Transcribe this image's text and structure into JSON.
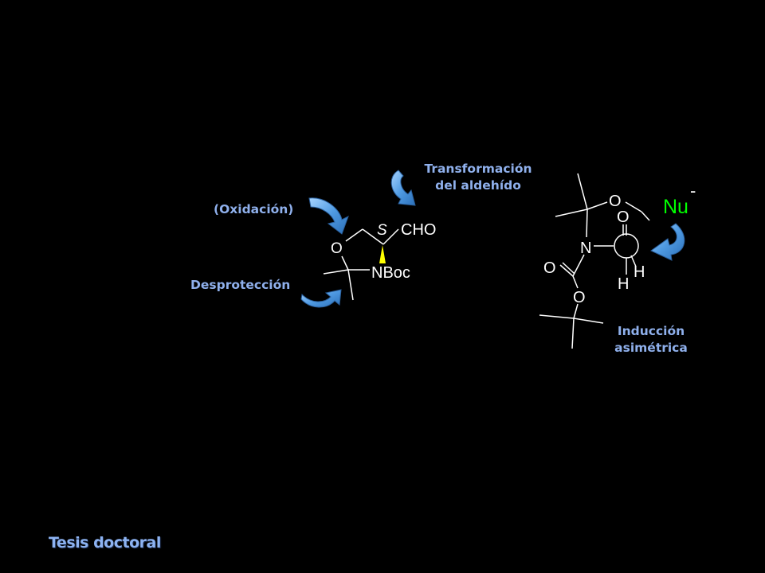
{
  "labels": {
    "oxidation": "(Oxidación)",
    "deprotection": "Desprotección",
    "transformation_line1": "Transformación",
    "transformation_line2": "del aldehído",
    "induction_line1": "Inducción",
    "induction_line2": "asimétrica"
  },
  "left_molecule": {
    "stereo": "S",
    "aldehyde": "CHO",
    "ring_oxygen": "O",
    "nitrogen": "NBoc"
  },
  "right_molecule": {
    "ring_oxygen": "O",
    "aldehyde_oxygen": "O",
    "nitrogen": "N",
    "carbonyl_oxygen": "O",
    "ester_oxygen": "O",
    "h_right": "H",
    "h_bottom": "H",
    "nucleophile": "Nu",
    "charge": "-"
  },
  "footer": "Tesis doctoral",
  "colors": {
    "background": "#000000",
    "label_text": "#8fb0ec",
    "arrow": "#5aa2e6",
    "structure": "#ffffff",
    "nucleophile": "#00ff00",
    "wedge": "#ffff00"
  }
}
